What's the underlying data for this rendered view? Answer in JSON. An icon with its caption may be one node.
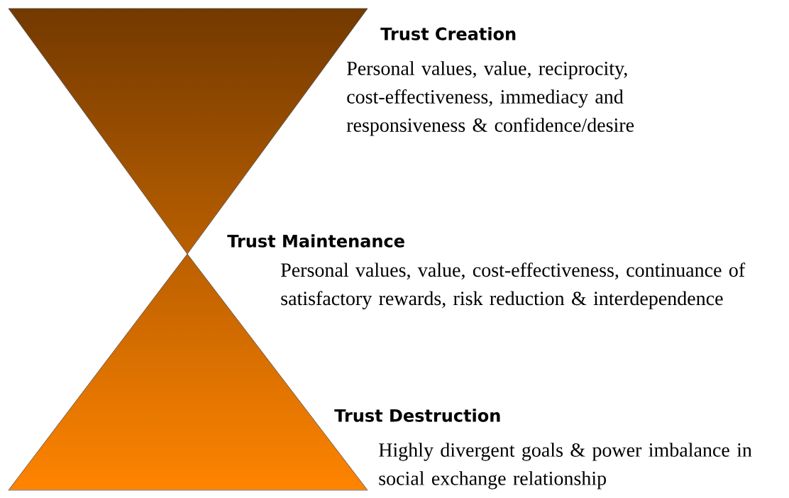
{
  "diagram": {
    "labels": [
      "Trust Creation",
      "Personal values, value, reciprocity, cost-effectiveness, immediacy and responsiveness & confidence/desire",
      "Trust Maintenance",
      "Personal values, value, cost-effectiveness, continuance of satisfactory rewards, risk reduction & interdependence",
      "Trust Destruction",
      "Highly divergent goals & power imbalance in social exchange relationship"
    ]
  }
}
